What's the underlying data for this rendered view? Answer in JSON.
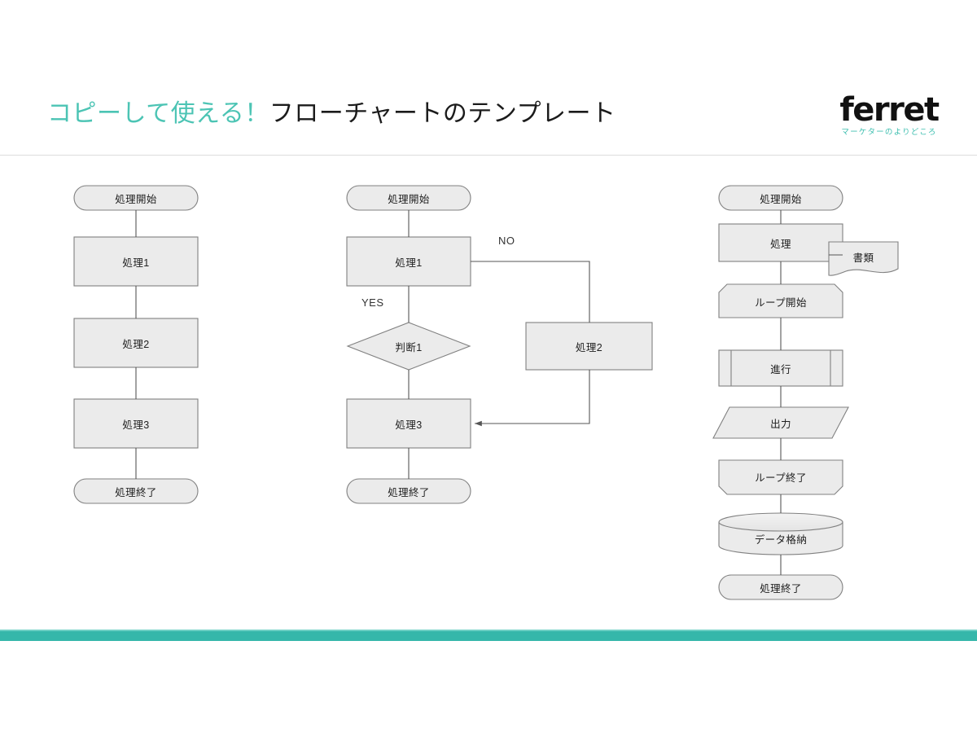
{
  "slide": {
    "title_accent": "コピーして使える！",
    "title_plain": "フローチャートのテンプレート",
    "accent_color": "#4cc4b4",
    "bar_color": "#35b7aa",
    "shape_fill": "#ebebeb",
    "shape_stroke": "#808080"
  },
  "logo": {
    "wordmark": "ferret",
    "tagline": "マーケターのよりどころ"
  },
  "flows": [
    {
      "name": "simple-sequence",
      "nodes": [
        {
          "id": "c1-start",
          "label": "処理開始",
          "shape": "stadium"
        },
        {
          "id": "c1-step1",
          "label": "処理1",
          "shape": "process"
        },
        {
          "id": "c1-step2",
          "label": "処理2",
          "shape": "process"
        },
        {
          "id": "c1-step3",
          "label": "処理3",
          "shape": "process"
        },
        {
          "id": "c1-end",
          "label": "処理終了",
          "shape": "stadium"
        }
      ]
    },
    {
      "name": "branching-flow",
      "nodes": [
        {
          "id": "c2-start",
          "label": "処理開始",
          "shape": "stadium"
        },
        {
          "id": "c2-step1",
          "label": "処理1",
          "shape": "process"
        },
        {
          "id": "c2-dec1",
          "label": "判断1",
          "shape": "decision"
        },
        {
          "id": "c2-step2",
          "label": "処理2",
          "shape": "process"
        },
        {
          "id": "c2-step3",
          "label": "処理3",
          "shape": "process"
        },
        {
          "id": "c2-end",
          "label": "処理終了",
          "shape": "stadium"
        }
      ],
      "edge_labels": [
        {
          "id": "c2-no",
          "label": "NO"
        },
        {
          "id": "c2-yes",
          "label": "YES"
        }
      ]
    },
    {
      "name": "loop-and-storage-flow",
      "nodes": [
        {
          "id": "c3-start",
          "label": "処理開始",
          "shape": "stadium"
        },
        {
          "id": "c3-proc",
          "label": "処理",
          "shape": "process"
        },
        {
          "id": "c3-doc",
          "label": "書類",
          "shape": "document"
        },
        {
          "id": "c3-loopin",
          "label": "ループ開始",
          "shape": "loop-start"
        },
        {
          "id": "c3-sub",
          "label": "進行",
          "shape": "predefined"
        },
        {
          "id": "c3-out",
          "label": "出力",
          "shape": "parallelogram"
        },
        {
          "id": "c3-loopout",
          "label": "ループ終了",
          "shape": "loop-end"
        },
        {
          "id": "c3-store",
          "label": "データ格納",
          "shape": "cylinder"
        },
        {
          "id": "c3-end",
          "label": "処理終了",
          "shape": "stadium"
        }
      ]
    }
  ]
}
